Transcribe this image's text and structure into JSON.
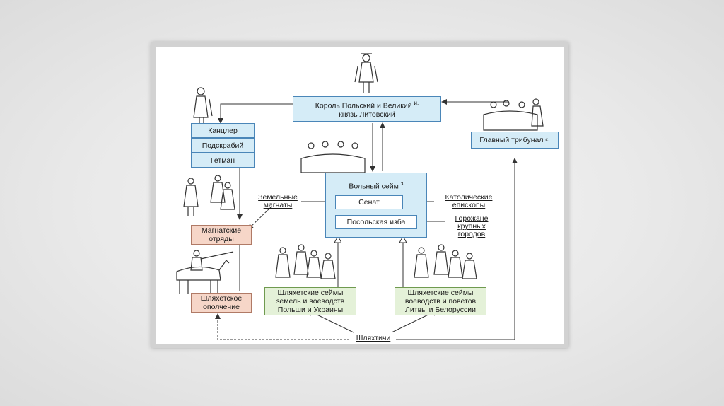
{
  "king": {
    "title": "Король Польский и Великий",
    "title2": "князь Литовский",
    "mark": "и."
  },
  "officials": [
    "Канцлер",
    "Подскрабий",
    "Гетман"
  ],
  "tribunal": {
    "title": "Главный трибунал",
    "mark": "с."
  },
  "sejm": {
    "title": "Вольный сейм",
    "mark": "з.",
    "senate": "Сенат",
    "chamber": "Посольская изба"
  },
  "side_labels": {
    "magnates": [
      "Земельные",
      "магнаты"
    ],
    "bishops": [
      "Католические",
      "епископы"
    ],
    "townsmen": [
      "Горожане",
      "крупных",
      "городов"
    ]
  },
  "magnate_units": [
    "Магнатские",
    "отряды"
  ],
  "gentry_militia": [
    "Шляхетское",
    "ополчение"
  ],
  "sejmiks_left": [
    "Шляхетские сеймы",
    "земель и воеводств",
    "Польши и Украины"
  ],
  "sejmiks_right": [
    "Шляхетские сеймы",
    "воеводств и поветов",
    "Литвы и Белоруссии"
  ],
  "gentry": "Шляхтичи",
  "colors": {
    "blue_box": "#d5ecf7",
    "pink_box": "#f6d6c8",
    "green_box": "#e4f1d8",
    "line": "#333333"
  }
}
